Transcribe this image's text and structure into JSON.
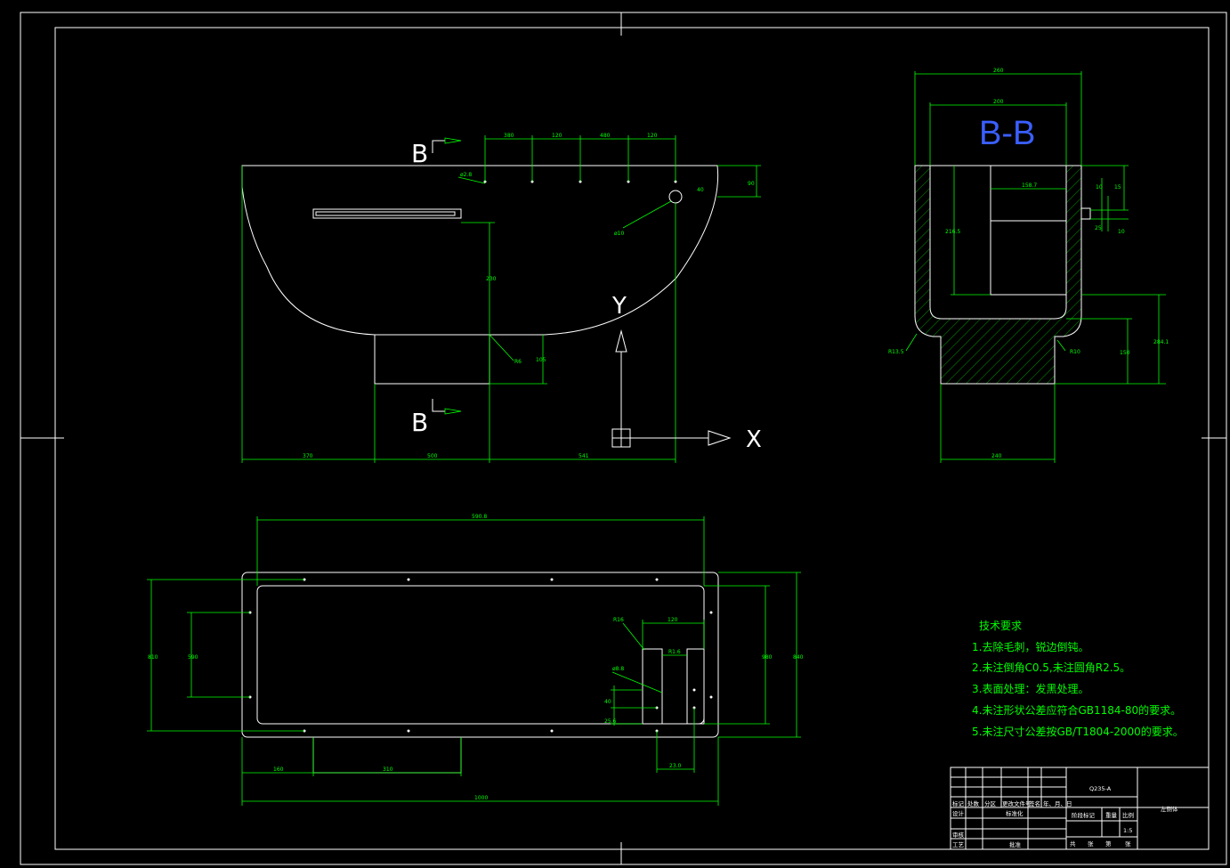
{
  "main_view": {
    "section_mark_top": "B",
    "section_mark_bottom": "B",
    "axis_y": "Y",
    "axis_x": "X",
    "dims": {
      "top_1": "380",
      "top_2": "120",
      "top_3": "480",
      "top_4": "120",
      "hole_dia": "ø2.8",
      "right_h": "90",
      "hole_small": "40",
      "hole_big": "ø10",
      "vertical": "230",
      "radius": "R6",
      "base_h": "105",
      "bottom_1": "370",
      "bottom_2": "500",
      "bottom_3": "541"
    }
  },
  "section_view": {
    "title": "B-B",
    "dims": {
      "outer_w": "260",
      "inner_w": "200",
      "inner_d": "158.7",
      "step": "10",
      "small_1": "15",
      "small_2": "25",
      "small_3": "10",
      "inner_h": "216.5",
      "total_h": "284.1",
      "base_h": "150",
      "left_r": "R13.5",
      "right_r": "R10",
      "base_w": "240"
    }
  },
  "plan_view": {
    "dims": {
      "top_w": "590.8",
      "left_outer": "810",
      "left_inner": "590",
      "right_inner": "980",
      "right_outer": "840",
      "r_note": "R16",
      "slot_w": "120",
      "slot_r": "R1.6",
      "hole_dia": "ø8.8",
      "small_1": "40",
      "small_2": "25.6",
      "bottom_1": "160",
      "bottom_2": "310",
      "offset": "23.0",
      "total": "1000"
    }
  },
  "tech_notes": {
    "heading": "技术要求",
    "lines": [
      "1.去除毛刺，锐边倒钝。",
      "2.未注倒角C0.5,未注圆角R2.5。",
      "3.表面处理：发黑处理。",
      "4.未注形状公差应符合GB1184-80的要求。",
      "5.未注尺寸公差按GB/T1804-2000的要求。"
    ]
  },
  "title_block": {
    "material": "Q235-A",
    "part_name": "左侧体",
    "header_cells": [
      "标记",
      "处数",
      "分区",
      "更改文件号",
      "签名",
      "年、月、日"
    ],
    "design": "设计",
    "standardize": "标准化",
    "stage_mark": "阶段标记",
    "weight": "重量",
    "scale": "比例",
    "scale_value": "1:5",
    "review": "审核",
    "process": "工艺",
    "approve": "批准",
    "sheets": [
      "共",
      "张",
      "第",
      "张"
    ]
  },
  "colors": {
    "outline": "#ffffff",
    "dimension": "#00ff00",
    "section_title": "#3a5fff",
    "background": "#000000"
  }
}
